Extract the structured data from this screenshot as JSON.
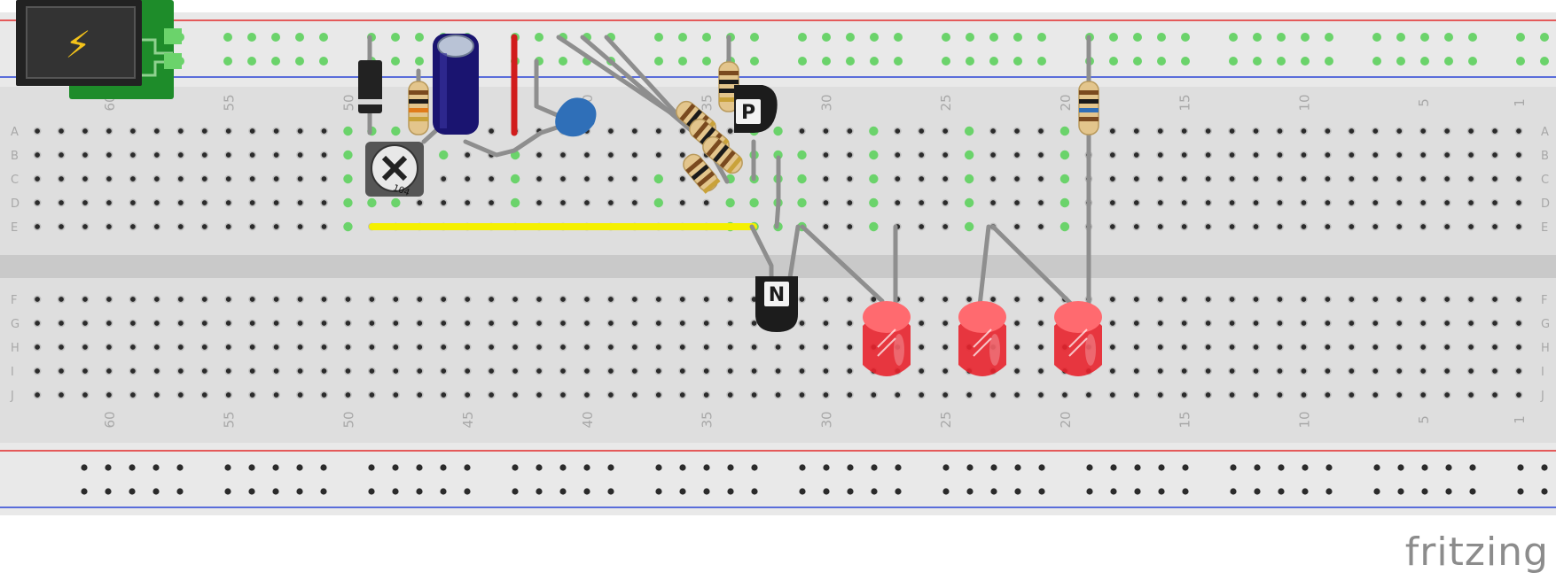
{
  "app": {
    "watermark": "fritzing"
  },
  "breadboard": {
    "row_letters": [
      "A",
      "B",
      "C",
      "D",
      "E",
      "F",
      "G",
      "H",
      "I",
      "J"
    ],
    "column_labels": [
      "60",
      "55",
      "50",
      "45",
      "40",
      "35",
      "30",
      "25",
      "20",
      "15",
      "10",
      "5",
      "1"
    ],
    "columns": 63,
    "rail_line_colors": {
      "positive": "#e32b2b",
      "negative": "#2b44d6"
    }
  },
  "components": {
    "power_jack": {
      "symbol": "⚡",
      "body_color": "#222222",
      "board_color": "#1e8c2a"
    },
    "diode": {
      "body_color": "#222222",
      "band_color": "#d8d8d8"
    },
    "potentiometer": {
      "label": "104"
    },
    "electrolytic_capacitor": {
      "body_color": "#1a1470"
    },
    "ceramic_capacitor": {
      "body_color": "#2f6fb8"
    },
    "transistor_pnp": {
      "label": "P"
    },
    "transistor_npn": {
      "label": "N"
    },
    "led_color": "#e8232d",
    "jumper_colors": {
      "yellow": "#f5f000",
      "red": "#d11c1c",
      "gray": "#8e8e8e"
    }
  }
}
